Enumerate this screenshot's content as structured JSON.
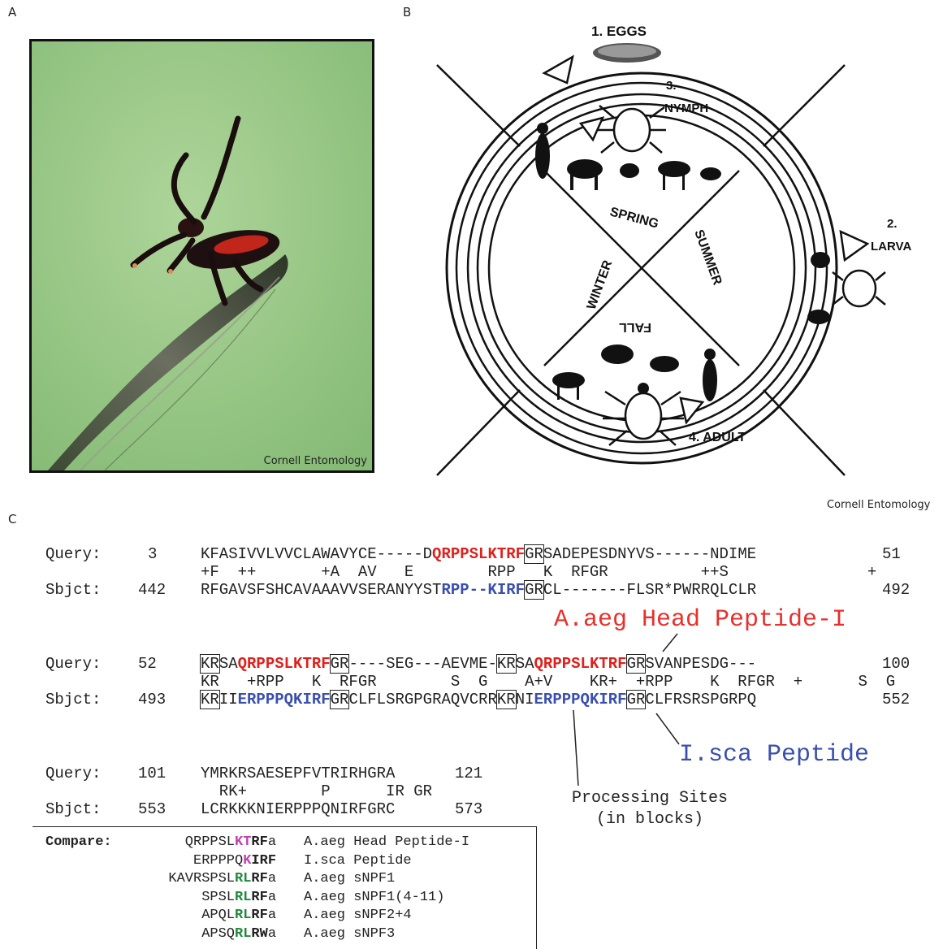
{
  "panels": {
    "a": {
      "letter": "A",
      "credit": "Cornell Entomology"
    },
    "b": {
      "letter": "B",
      "credit": "Cornell Entomology",
      "stages": [
        "1. EGGS",
        "2.",
        "LARVA",
        "3.",
        "NYMPH",
        "4. ADULT"
      ],
      "seasons": [
        "SPRING",
        "SUMMER",
        "FALL",
        "WINTER"
      ]
    },
    "c": {
      "letter": "C"
    }
  },
  "alignment": {
    "block1": {
      "query_label": "Query:",
      "query_start": "3",
      "query_end": "51",
      "query_seq": [
        "KFASIVVLVVCLAWAVYCE-----D",
        "QRPPSLKTRF",
        "GR",
        "SADEPESDNYVS------NDIME"
      ],
      "middle": "+F  ++       +A  AV   E        RPP   K  RFGR          ++S               +",
      "sbjct_label": "Sbjct:",
      "sbjct_start": "442",
      "sbjct_end": "492",
      "sbjct_seq": [
        "RFGAVSFSHCAVAAAVVSERANYYST",
        "RPP--KIRF",
        "GR",
        "CL-------FLSR*PWRRQLCLR"
      ]
    },
    "block2": {
      "query_label": "Query:",
      "query_start": "52",
      "query_end": "100",
      "query_seq": [
        "KR",
        "SA",
        "QRPPSLKTRF",
        "GR",
        "----SEG---AEVME-",
        "KR",
        "SA",
        "QRPPSLKTRF",
        "GR",
        "SVANPESDG---"
      ],
      "middle": "KR   +RPP   K  RFGR        S  G    A+V    KR+  +RPP    K  RFGR  +      S  G",
      "sbjct_label": "Sbjct:",
      "sbjct_start": "493",
      "sbjct_end": "552",
      "sbjct_seq": [
        "KR",
        "II",
        "ERPPPQKIRF",
        "GR",
        "CLFLSRGPGRAQVCRR",
        "KR",
        "NI",
        "ERPPPQKIRF",
        "GR",
        "CLFRSRSPGRPQ"
      ]
    },
    "block3": {
      "query_label": "Query:",
      "query_start": "101",
      "query_end": "121",
      "query_seq": "YMRKRSAESEPFVTRIRHGRA",
      "middle": "  RK+        P      IR GR",
      "sbjct_label": "Sbjct:",
      "sbjct_start": "553",
      "sbjct_end": "573",
      "sbjct_seq": "LCRKKKNIERPPPQNIRFGRC"
    },
    "labels": {
      "head_peptide": "A.aeg Head Peptide-I",
      "isca_peptide": "I.sca Peptide",
      "processing_1": "Processing Sites",
      "processing_2": "(in blocks)"
    }
  },
  "compare": {
    "title": "Compare:",
    "rows": [
      {
        "seq": [
          "QRPPSL",
          "KT",
          "RF",
          "a"
        ],
        "name": "A.aeg Head Peptide-I"
      },
      {
        "seq": [
          "ERPPPQ",
          "K",
          "IRF",
          ""
        ],
        "name": "I.sca Peptide"
      },
      {
        "seq": [
          "KAVRSPSL",
          "RL",
          "RF",
          "a"
        ],
        "name": "A.aeg sNPF1"
      },
      {
        "seq": [
          "SPSL",
          "RL",
          "RF",
          "a"
        ],
        "name": "A.aeg sNPF1(4-11)"
      },
      {
        "seq": [
          "APQL",
          "RL",
          "RF",
          "a"
        ],
        "name": "A.aeg sNPF2+4"
      },
      {
        "seq": [
          "APSQ",
          "RL",
          "RW",
          "a"
        ],
        "name": "A.aeg sNPF3"
      }
    ]
  },
  "colors": {
    "query_peptide": "#e0201c",
    "sbjct_peptide": "#3a4fb0",
    "highlight_magenta": "#c040b0",
    "highlight_green": "#1d8a3c",
    "photo_bg": "#9bc988"
  }
}
